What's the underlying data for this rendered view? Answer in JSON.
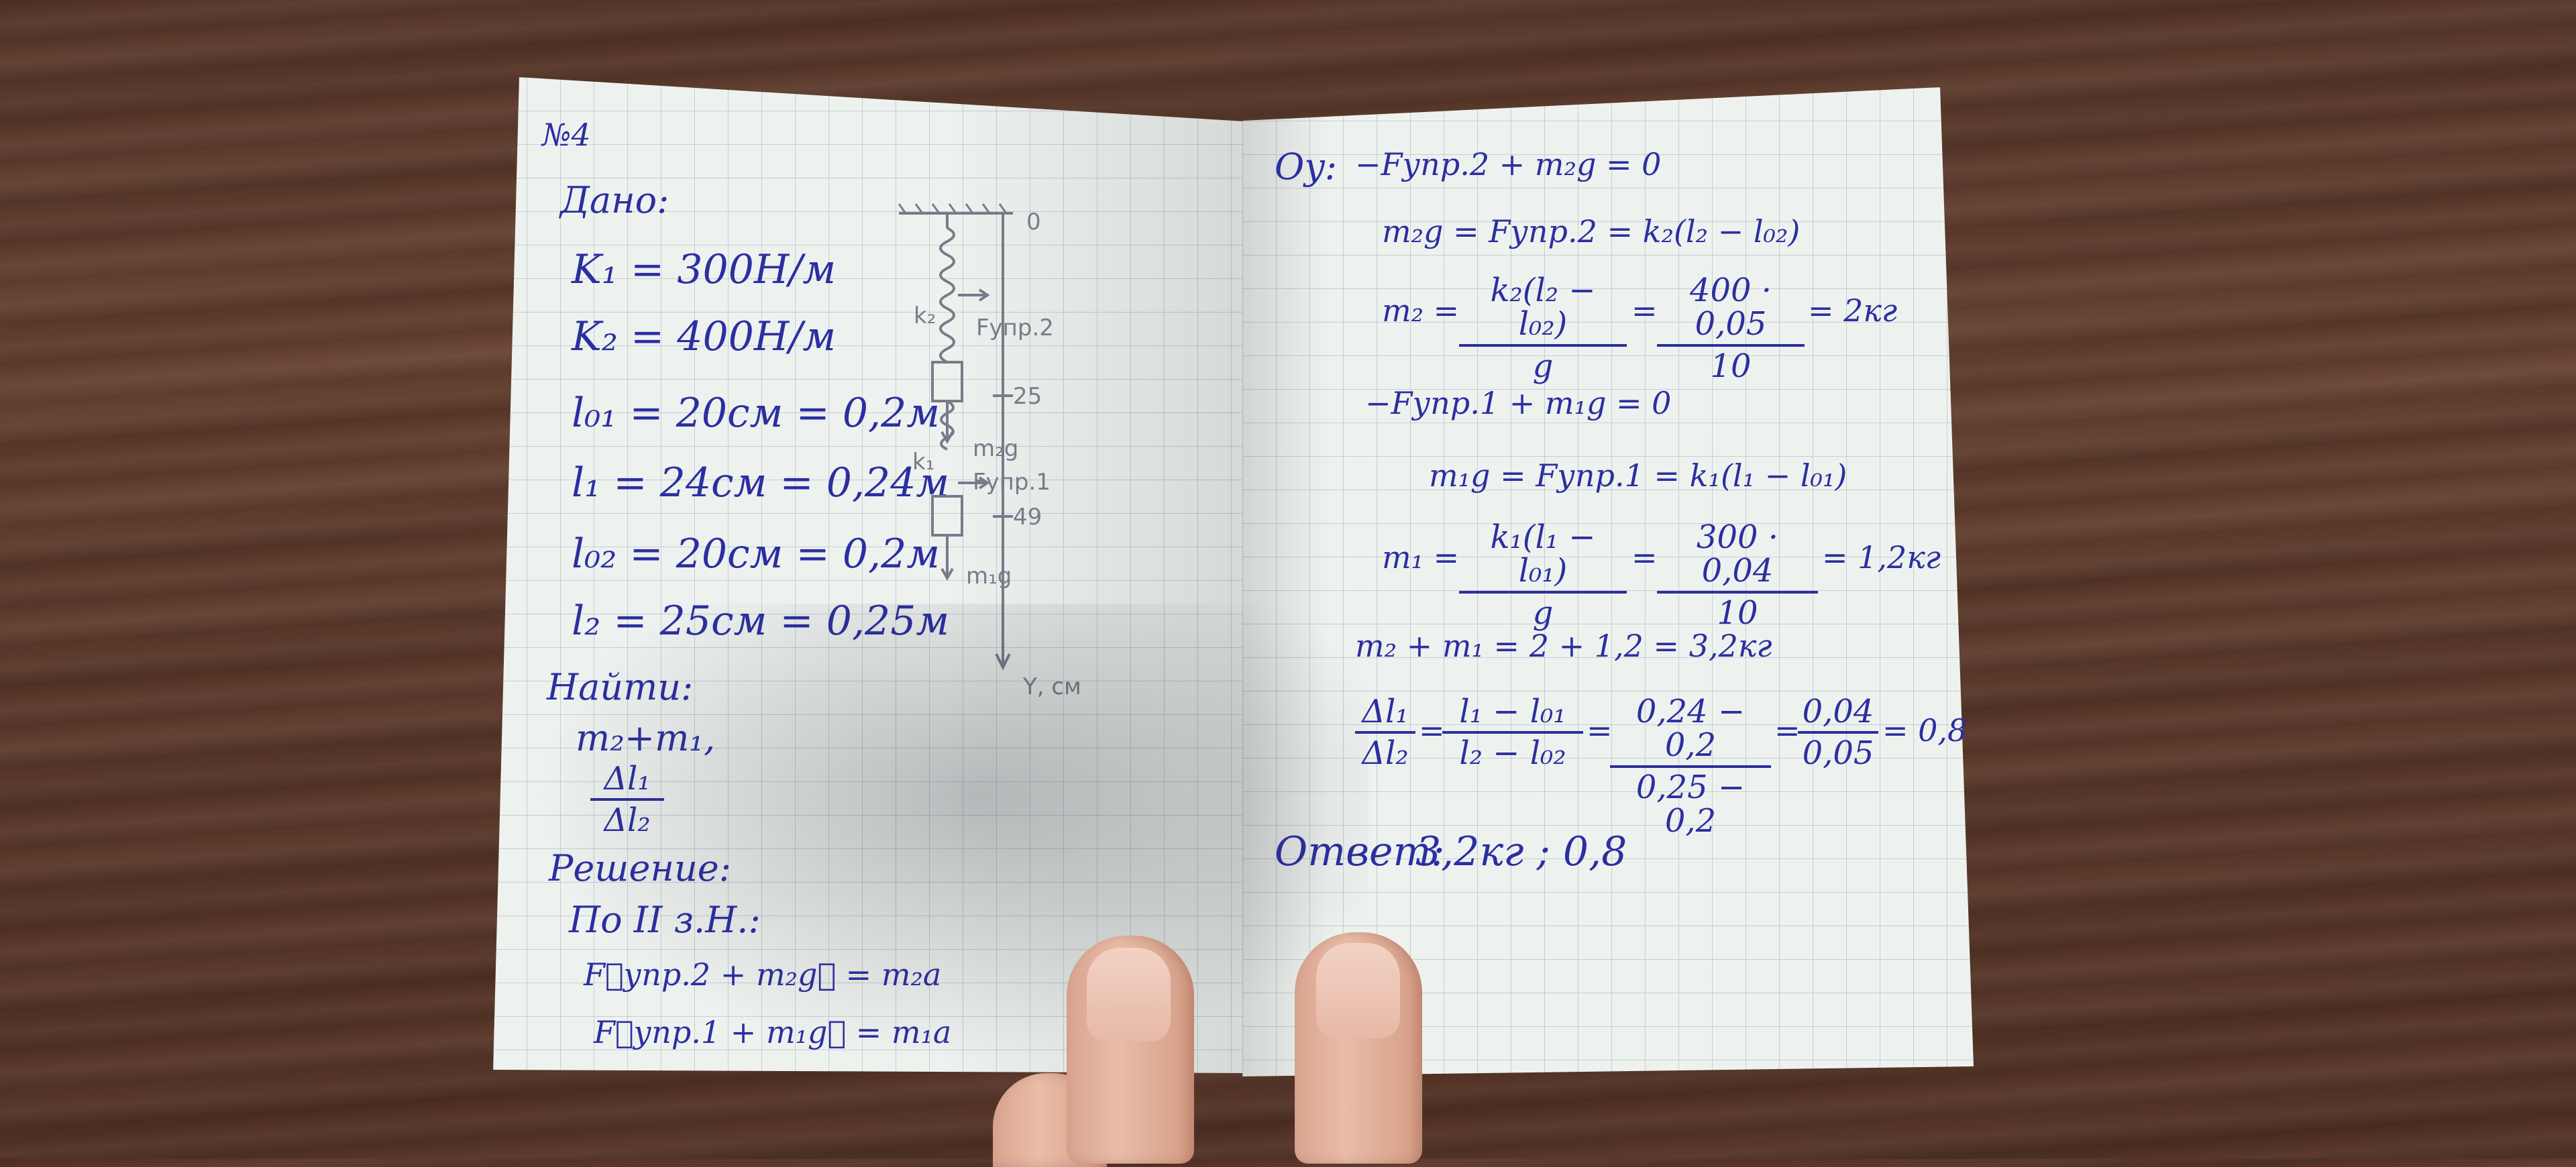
{
  "scene": "notebook",
  "left_page": {
    "number": "№4",
    "given_label": "Дано:",
    "given": [
      "K₁ = 300Н/м",
      "K₂ = 400Н/м",
      "l₀₁ = 20см = 0,2м",
      "l₁ = 24см = 0,24м",
      "l₀₂ = 20см = 0,2м",
      "l₂ = 25см = 0,25м"
    ],
    "find_label": "Найти:",
    "find": [
      "m₂+m₁,"
    ],
    "find_frac": {
      "num": "Δl₁",
      "den": "Δl₂"
    },
    "solution_label": "Решение:",
    "law_label": "По II з.Н.:",
    "equations": [
      "F⃗упр.2 + m₂g⃗ = m₂a",
      "F⃗упр.1 + m₁g⃗ = m₁a"
    ]
  },
  "diagram": {
    "origin": "0",
    "k2": "k₂",
    "k1": "k₁",
    "f2": "Fупр.2",
    "f1": "Fупр.1",
    "m2": "m₂g",
    "m1": "m₁g",
    "mark25": "25",
    "mark49": "49",
    "axis": "Y, см"
  },
  "right_page": {
    "oy_label": "Oy:",
    "line1": "−Fупр.2 + m₂g = 0",
    "line2": "m₂g = Fупр.2 = k₂(l₂ − l₀₂)",
    "line3_lhs": "m₂ =",
    "line3_frac1": {
      "num": "k₂(l₂ − l₀₂)",
      "den": "g"
    },
    "line3_frac2": {
      "num": "400 · 0,05",
      "den": "10"
    },
    "line3_rhs": "= 2кг",
    "line4": "−Fупр.1 + m₁g = 0",
    "line5": "m₁g = Fупр.1 = k₁(l₁ − l₀₁)",
    "line6_lhs": "m₁ =",
    "line6_frac1": {
      "num": "k₁(l₁ − l₀₁)",
      "den": "g"
    },
    "line6_frac2": {
      "num": "300 · 0,04",
      "den": "10"
    },
    "line6_rhs": "= 1,2кг",
    "line7": "m₂ + m₁ = 2 + 1,2 = 3,2кг",
    "line8_frac1": {
      "num": "Δl₁",
      "den": "Δl₂"
    },
    "line8_frac2": {
      "num": "l₁ − l₀₁",
      "den": "l₂ − l₀₂"
    },
    "line8_frac3": {
      "num": "0,24 − 0,2",
      "den": "0,25 − 0,2"
    },
    "line8_frac4": {
      "num": "0,04",
      "den": "0,05"
    },
    "line8_rhs": "= 0,8",
    "answer_label": "Ответ:",
    "answer": "3,2кг ; 0,8"
  },
  "colors": {
    "ink": "#2b2fa0",
    "paper": "#eef2ef",
    "wood": "#5f3d2e"
  }
}
